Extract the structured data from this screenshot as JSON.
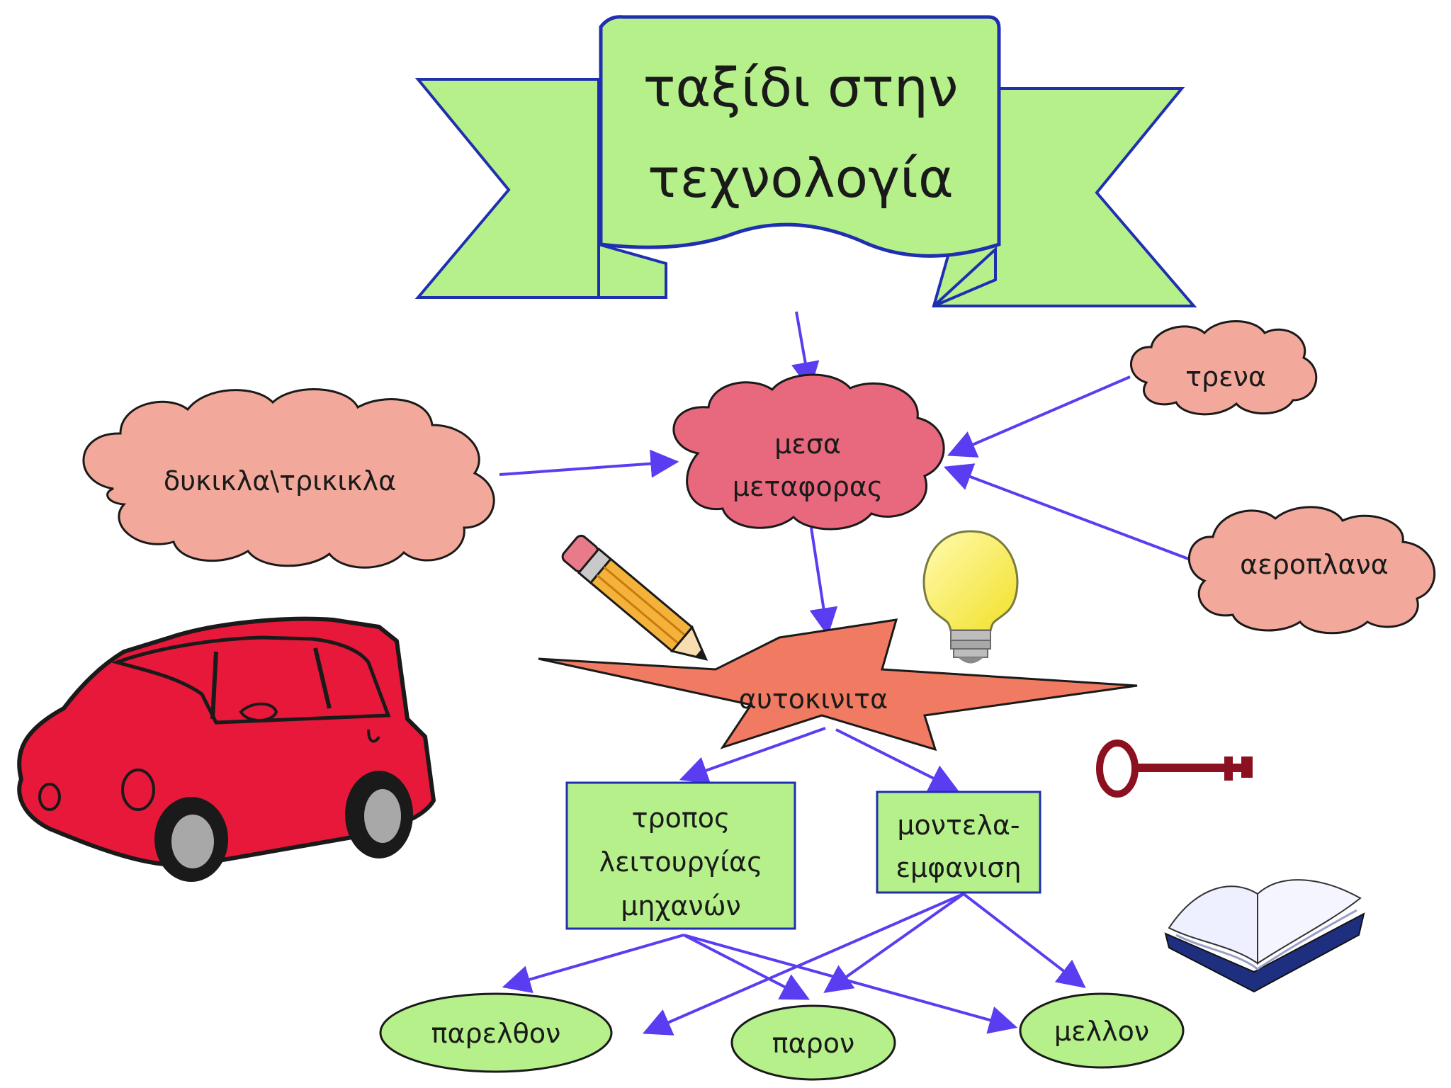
{
  "title": {
    "line1": "ταξίδι στην",
    "line2": "τεχνολογία"
  },
  "nodes": {
    "means": {
      "line1": "μεσα",
      "line2": "μεταφορας"
    },
    "bikes": "δυκικλα\\τρικικλα",
    "trains": "τρενα",
    "planes": "αεροπλανα",
    "cars": "αυτοκινιτα",
    "operation": {
      "line1": "τροπος",
      "line2": "λειτουργίας",
      "line3": "μηχανών"
    },
    "models": {
      "line1": "μοντελα-",
      "line2": "εμφανιση"
    },
    "past": "παρελθον",
    "present": "παρον",
    "future": "μελλον"
  },
  "colors": {
    "ribbon_fill": "#b5f08a",
    "ribbon_stroke": "#1f2fb0",
    "cloud_light": "#f2a99b",
    "cloud_pink": "#e8697e",
    "star_fill": "#f07b62",
    "box_fill": "#b5f08a",
    "ellipse_fill": "#b5f08a",
    "arrow": "#5a3df0",
    "car_red": "#e8183a",
    "key": "#8b1020"
  },
  "icons": [
    "pencil-icon",
    "lightbulb-icon",
    "key-icon",
    "open-book-icon",
    "car-icon"
  ]
}
